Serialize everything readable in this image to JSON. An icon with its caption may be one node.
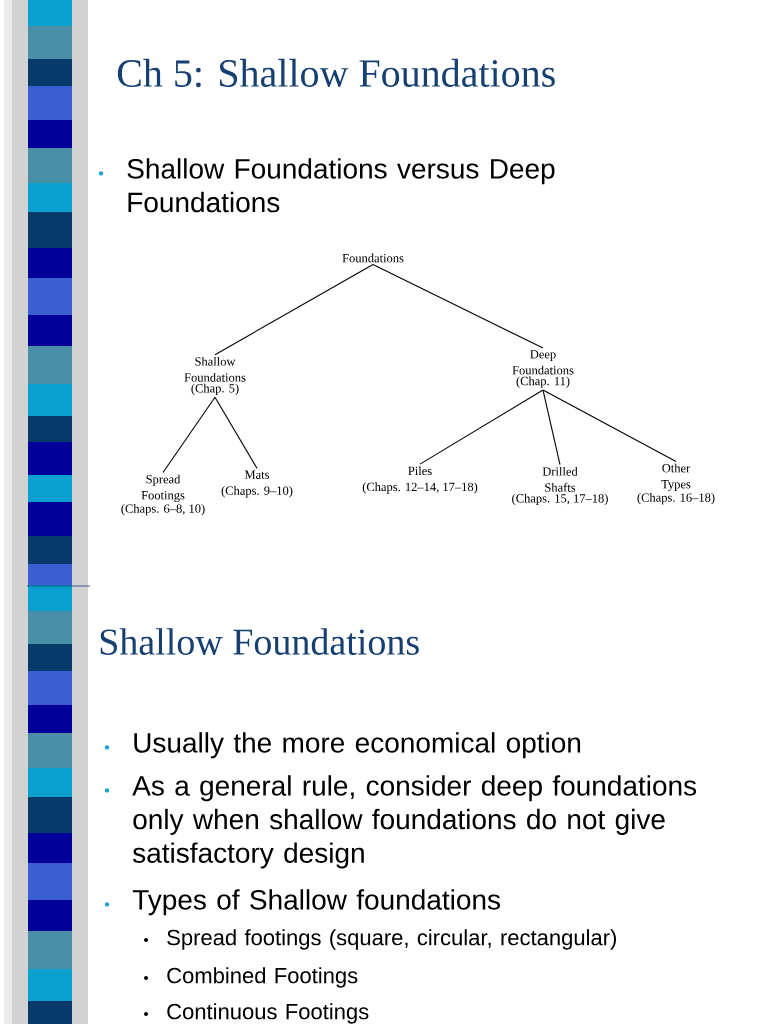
{
  "diagram": {
    "title": "Ch 5: Shallow Foundations",
    "nodes": [
      {
        "text": [
          "Foundations"
        ]
      },
      {
        "text": [
          "Shallow Foundations",
          "(Chap. 5)"
        ]
      },
      {
        "text": [
          "Deep Foundations",
          "(Chap. 11)"
        ]
      },
      {
        "text": [
          "Spread Footings",
          "(Chaps. 6–8, 10)"
        ]
      },
      {
        "text": [
          "Mats",
          "(Chaps. 9–10)"
        ]
      },
      {
        "text": [
          "Piles",
          "(Chaps. 12–14, 17–18)"
        ]
      },
      {
        "text": [
          "Drilled Shafts",
          "(Chaps. 15, 17–18)"
        ]
      },
      {
        "text": [
          "Other Types",
          "(Chaps. 16–18)"
        ]
      }
    ],
    "edges": [
      {
        "from": 0,
        "to": 1,
        "arrow": "none"
      },
      {
        "from": 0,
        "to": 2,
        "arrow": "none"
      },
      {
        "from": 1,
        "to": 3,
        "arrow": "none"
      },
      {
        "from": 1,
        "to": 4,
        "arrow": "none"
      },
      {
        "from": 2,
        "to": 5,
        "arrow": "none"
      },
      {
        "from": 2,
        "to": 6,
        "arrow": "none"
      },
      {
        "from": 2,
        "to": 7,
        "arrow": "none"
      }
    ],
    "labels": [
      "Shallow Foundations versus Deep Foundations",
      "Shallow Foundations",
      "Usually the more economical option",
      "As a general rule, consider deep foundations only when shallow foundations do not give satisfactory design",
      "Types of Shallow foundations",
      "Spread footings (square, circular, rectangular)",
      "Combined Footings",
      "Continuous Footings"
    ]
  }
}
